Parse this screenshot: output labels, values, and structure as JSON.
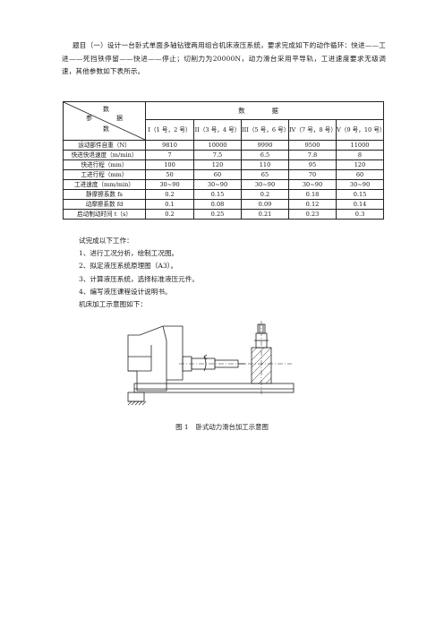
{
  "intro": "题目（一）设计一台卧式单面多轴钻镗两用组合机床液压系统，要求完成如下的动作循环：快进——工进——死挡铁停留——快进——停止；切削力为20000N，动力滑台采用平导轨，工进速度要求无级调速，其他参数如下表所示。",
  "table": {
    "corner": {
      "top_right": "数",
      "middle_right": "据",
      "left": "参",
      "bottom": "数"
    },
    "data_header": "数 据",
    "columns": [
      "I（1 号，2 号）",
      "II（3 号，4 号）",
      "III（5 号，6 号）",
      "IV（7 号，8 号）",
      "V（9 号，10 号）"
    ],
    "rows": [
      {
        "label": "运动部件自重（N）",
        "values": [
          "9810",
          "10000",
          "9990",
          "9500",
          "11000"
        ]
      },
      {
        "label": "快进快退速度（m/min）",
        "values": [
          "7",
          "7.5",
          "6.5",
          "7.8",
          "8"
        ]
      },
      {
        "label": "快进行程（mm）",
        "values": [
          "100",
          "120",
          "110",
          "95",
          "120"
        ]
      },
      {
        "label": "工进行程（mm）",
        "values": [
          "50",
          "60",
          "65",
          "70",
          "60"
        ]
      },
      {
        "label": "工进速度（mm/min）",
        "values": [
          "30~90",
          "30~90",
          "30~90",
          "30~90",
          "30~90"
        ]
      },
      {
        "label": "静摩擦系数 fs",
        "values": [
          "0.2",
          "0.15",
          "0.2",
          "0.18",
          "0.15"
        ]
      },
      {
        "label": "动摩擦系数 fd",
        "values": [
          "0.1",
          "0.08",
          "0.09",
          "0.12",
          "0.14"
        ]
      },
      {
        "label": "启动制动时间 t（s）",
        "values": [
          "0.2",
          "0.25",
          "0.21",
          "0.23",
          "0.3"
        ]
      }
    ]
  },
  "tasks": {
    "intro": "试完成以下工作：",
    "items": [
      "1、进行工况分析，绘制工况图。",
      "2、拟定液压系统原理图（A3）。",
      "3、计算液压系统，选择标准液压元件。",
      "4、编写液压课程设计说明书。"
    ],
    "outro": "机床加工示意图如下："
  },
  "figure": {
    "number": "图 1",
    "caption": "卧式动力滑台加工示意图"
  }
}
